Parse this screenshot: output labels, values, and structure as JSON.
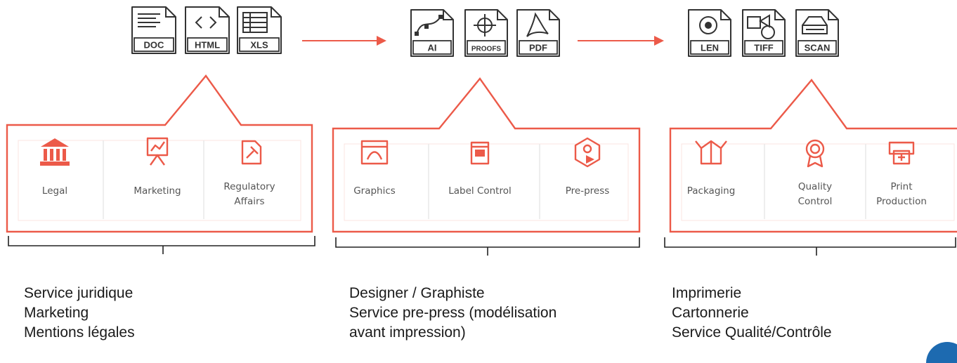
{
  "accent_color": "#ec5a49",
  "stages": [
    {
      "files": [
        {
          "label": "DOC",
          "icon": "text-lines-icon"
        },
        {
          "label": "HTML",
          "icon": "code-brackets-icon"
        },
        {
          "label": "XLS",
          "icon": "spreadsheet-icon"
        }
      ],
      "roles": [
        {
          "label": [
            "Legal"
          ],
          "icon": "courthouse-icon"
        },
        {
          "label": [
            "Marketing"
          ],
          "icon": "presentation-chart-icon"
        },
        {
          "label": [
            "Regulatory",
            "Affairs"
          ],
          "icon": "gavel-icon"
        }
      ],
      "description": [
        "Service juridique",
        "Marketing",
        "Mentions légales"
      ]
    },
    {
      "files": [
        {
          "label": "AI",
          "icon": "bezier-curve-icon"
        },
        {
          "label": "PROOFS",
          "icon": "crosshair-icon"
        },
        {
          "label": "PDF",
          "icon": "acrobat-icon"
        }
      ],
      "roles": [
        {
          "label": [
            "Graphics"
          ],
          "icon": "design-window-icon"
        },
        {
          "label": [
            "Label Control"
          ],
          "icon": "label-box-icon"
        },
        {
          "label": [
            "Pre-press"
          ],
          "icon": "cube-icon"
        }
      ],
      "description": [
        "Designer / Graphiste",
        "Service pre-press (modélisation",
        "avant impression)"
      ]
    },
    {
      "files": [
        {
          "label": "LEN",
          "icon": "lens-icon"
        },
        {
          "label": "TIFF",
          "icon": "shapes-icon"
        },
        {
          "label": "SCAN",
          "icon": "scanner-icon"
        }
      ],
      "roles": [
        {
          "label": [
            "Packaging"
          ],
          "icon": "open-box-icon"
        },
        {
          "label": [
            "Quality",
            "Control"
          ],
          "icon": "award-badge-icon"
        },
        {
          "label": [
            "Print",
            "Production"
          ],
          "icon": "printer-icon"
        }
      ],
      "description": [
        "Imprimerie",
        "Cartonnerie",
        "Service Qualité/Contrôle"
      ]
    }
  ]
}
